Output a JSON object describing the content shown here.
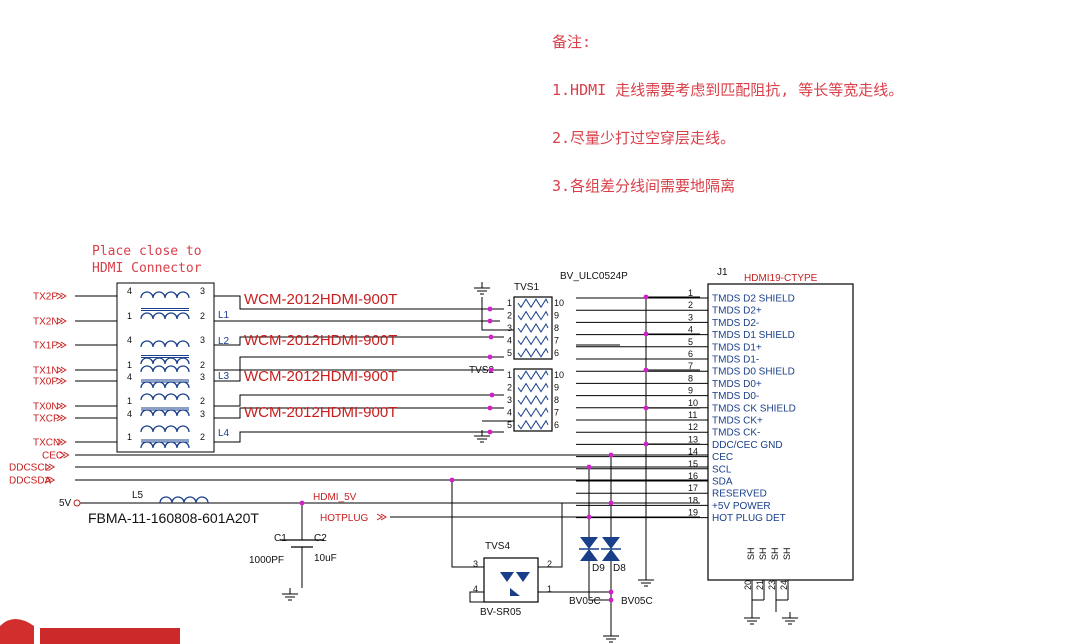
{
  "notes": {
    "title": "备注:",
    "lines": [
      "1.HDMI 走线需要考虑到匹配阻抗, 等长等宽走线。",
      "2.尽量少打过空穿层走线。",
      "3.各组差分线间需要地隔离"
    ]
  },
  "placement_hint": [
    "Place close to",
    "HDMI Connector"
  ],
  "nets_in": [
    "TX2P",
    "TX2N",
    "TX1P",
    "TX1N",
    "TX0P",
    "TX0N",
    "TXCP",
    "TXCN",
    "CEC",
    "DDCSCL",
    "DDCSDA"
  ],
  "chokes": {
    "part": "WCM-2012HDMI-900T",
    "refs": [
      "L1",
      "L2",
      "L3",
      "L4"
    ]
  },
  "tvs1": {
    "ref": "TVS1",
    "part": "BV_ULC0524P",
    "left_pins": [
      "1",
      "2",
      "3",
      "4",
      "5"
    ],
    "right_pins": [
      "10",
      "9",
      "8",
      "7",
      "6"
    ]
  },
  "tvs2": {
    "ref": "TVS2",
    "left_pins": [
      "1",
      "2",
      "3",
      "4",
      "5"
    ],
    "right_pins": [
      "10",
      "9",
      "8",
      "7",
      "6"
    ]
  },
  "connector": {
    "ref": "J1",
    "part": "HDMI19-CTYPE",
    "pins": [
      {
        "num": "1",
        "name": "TMDS D2 SHIELD"
      },
      {
        "num": "2",
        "name": "TMDS D2+"
      },
      {
        "num": "3",
        "name": "TMDS D2-"
      },
      {
        "num": "4",
        "name": "TMDS D1 SHIELD"
      },
      {
        "num": "5",
        "name": "TMDS D1+"
      },
      {
        "num": "6",
        "name": "TMDS D1-"
      },
      {
        "num": "7",
        "name": "TMDS D0 SHIELD"
      },
      {
        "num": "8",
        "name": "TMDS D0+"
      },
      {
        "num": "9",
        "name": "TMDS D0-"
      },
      {
        "num": "10",
        "name": "TMDS CK SHIELD"
      },
      {
        "num": "11",
        "name": "TMDS CK+"
      },
      {
        "num": "12",
        "name": "TMDS CK-"
      },
      {
        "num": "13",
        "name": "DDC/CEC GND"
      },
      {
        "num": "14",
        "name": "CEC"
      },
      {
        "num": "15",
        "name": "SCL"
      },
      {
        "num": "16",
        "name": "SDA"
      },
      {
        "num": "17",
        "name": "RESERVED"
      },
      {
        "num": "18",
        "name": "+5V POWER"
      },
      {
        "num": "19",
        "name": "HOT PLUG DET"
      }
    ],
    "shield_label": "SH",
    "shield_pins": [
      "20",
      "21",
      "23",
      "24"
    ]
  },
  "power": {
    "input": "5V",
    "ferrite_ref": "L5",
    "ferrite_part": "FBMA-11-160808-601A20T",
    "net": "HDMI_5V",
    "hotplug": "HOTPLUG",
    "c1": {
      "ref": "C1",
      "value": "1000PF"
    },
    "c2": {
      "ref": "C2",
      "value": "10uF"
    }
  },
  "tvs4": {
    "ref": "TVS4",
    "part": "BV-SR05",
    "pins": [
      "3",
      "2",
      "4",
      "1"
    ]
  },
  "diodes": [
    {
      "ref": "D9",
      "part": "BV05C"
    },
    {
      "ref": "D8",
      "part": "BV05C"
    }
  ],
  "colors": {
    "wire": "#000000",
    "net_label": "#c81e1e",
    "ref_text": "#1a3f8a",
    "junction": "#d020c8",
    "note": "#d9404a"
  }
}
